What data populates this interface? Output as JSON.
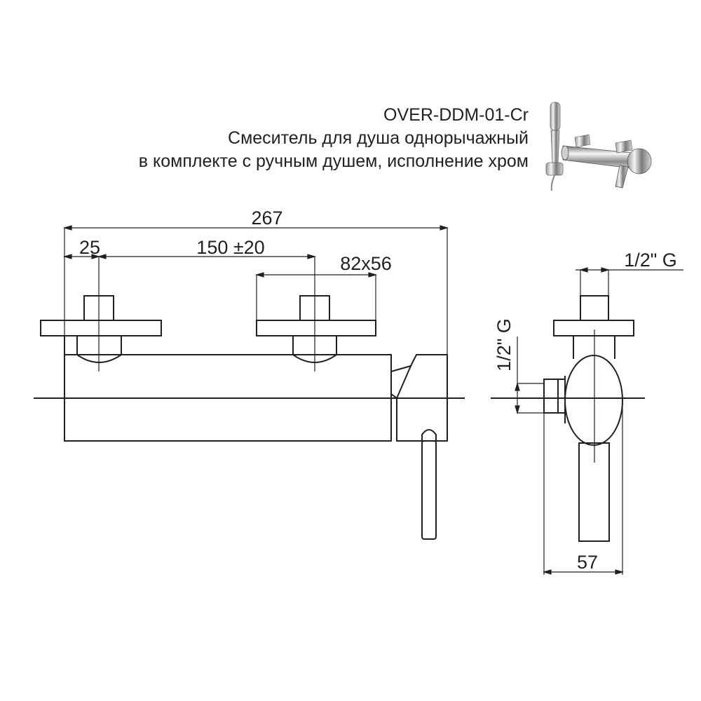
{
  "header": {
    "model": "OVER-DDM-01-Cr",
    "line1": "Смеситель для душа однорычажный",
    "line2": "в комплекте с ручным душем, исполнение хром"
  },
  "dimensions": {
    "overall_width": "267",
    "offset": "25",
    "center_distance": "150 ±20",
    "flange": "82x56",
    "inlet_top": "1/2\" G",
    "outlet_side": "1/2\" G",
    "depth": "57"
  },
  "colors": {
    "stroke": "#231f20",
    "chrome_dark": "#5a5a5a",
    "chrome_light": "#e8e8e8"
  }
}
